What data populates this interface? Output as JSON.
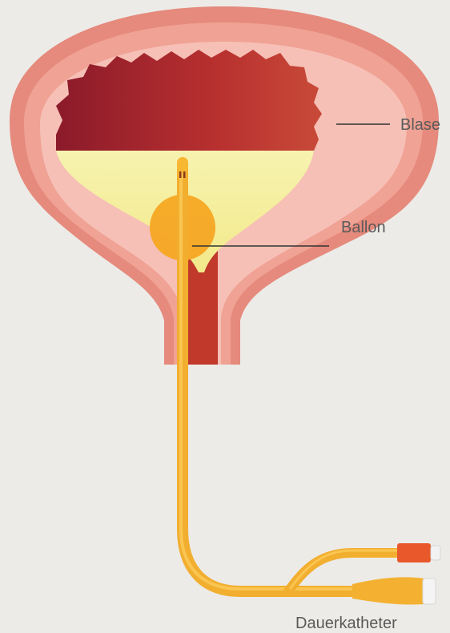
{
  "labels": {
    "bladder": "Blase",
    "balloon": "Ballon",
    "catheter": "Dauerkatheter"
  },
  "colors": {
    "background": "#ecebe8",
    "bladder_outer": "#e58a7c",
    "bladder_mid": "#f2a79b",
    "bladder_inner": "#f7c2b9",
    "bladder_lining": "#c0392b",
    "blood_dark": "#8b1a2a",
    "urine": "#f6f2a6",
    "catheter": "#f7b733",
    "balloon": "#f5a623",
    "connector_orange": "#e8582b",
    "cap_white": "#f2f2f2",
    "leader_line": "#333333",
    "label_text": "#5a5a5a"
  }
}
